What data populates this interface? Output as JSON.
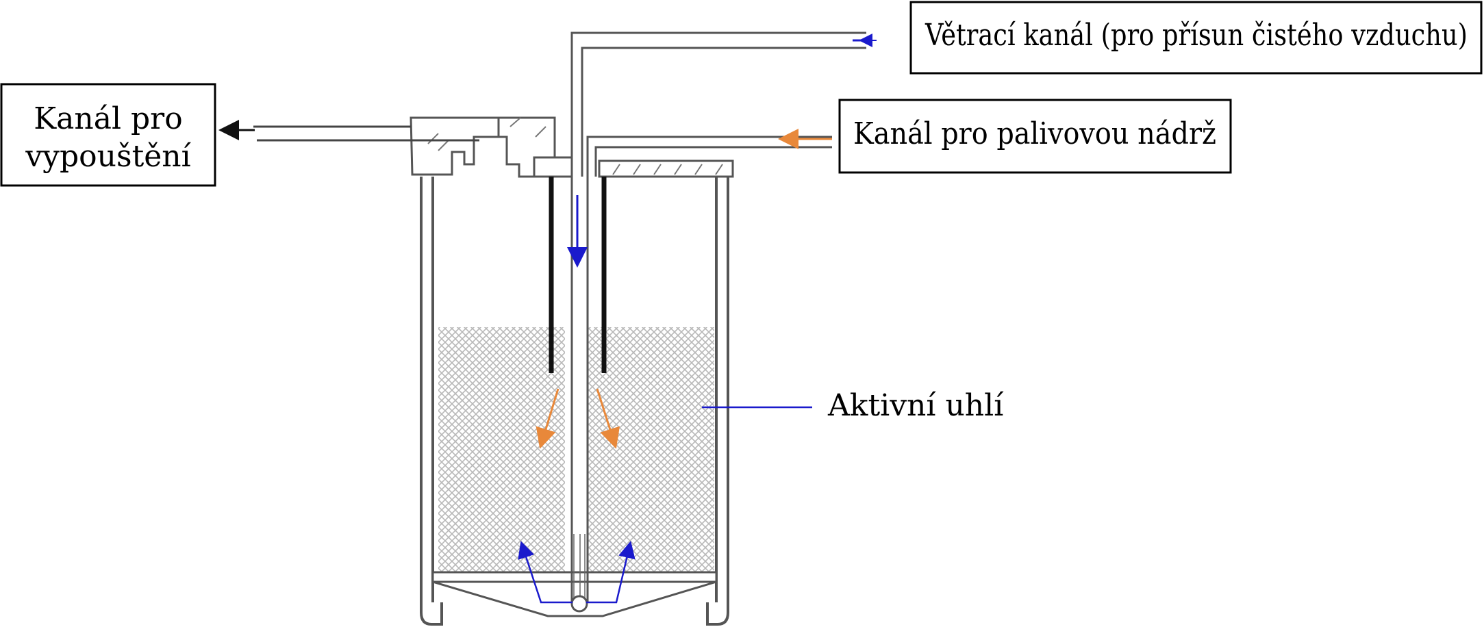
{
  "labels": {
    "vent": "Větrací kanál (pro přísun čistého vzduchu)",
    "outlet_line1": "Kanál pro",
    "outlet_line2": "vypouštění",
    "tank": "Kanál pro palivovou nádrž",
    "carbon": "Aktivní uhlí"
  },
  "colors": {
    "air_arrow": "#1a1acc",
    "vapor_arrow": "#e8883a",
    "outline": "#555555",
    "fill_pattern": "#b5b5b5"
  }
}
